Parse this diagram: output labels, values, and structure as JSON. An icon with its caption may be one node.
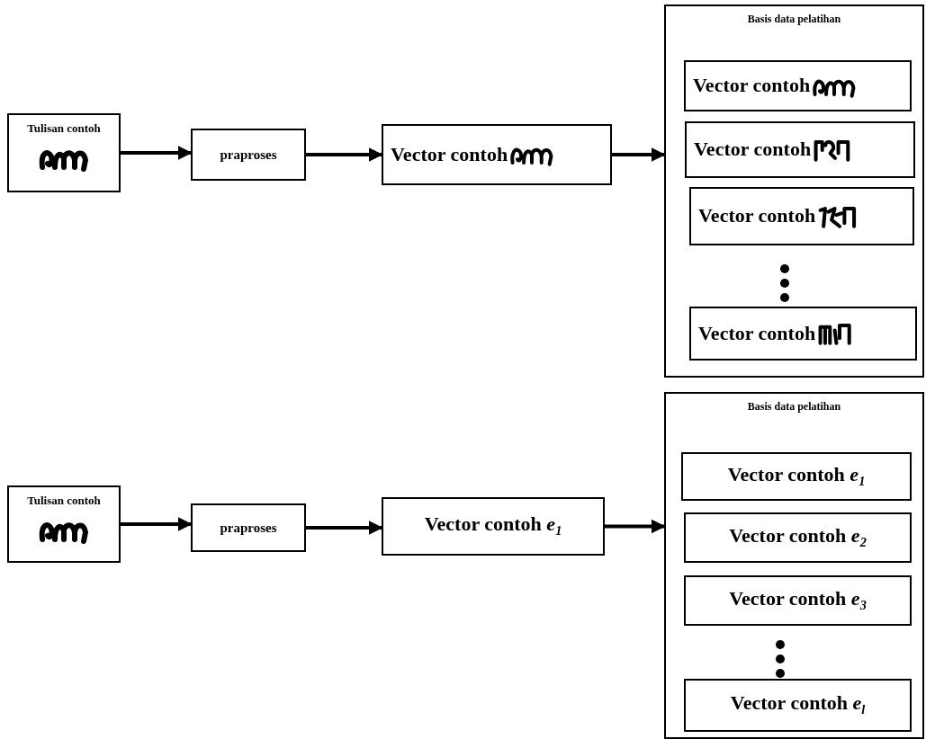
{
  "diagram": {
    "nodes": [
      {
        "text": [
          "Tulisan contoh"
        ]
      },
      {
        "text": [
          "praproses"
        ]
      },
      {
        "text": [
          "Vector contoh"
        ]
      },
      {
        "text": [
          "Basis data pelatihan"
        ]
      },
      {
        "text": [
          "Vector contoh"
        ],
        "in": 3
      },
      {
        "text": [
          "Vector contoh"
        ],
        "in": 3
      },
      {
        "text": [
          "Vector contoh"
        ],
        "in": 3
      },
      {
        "text": [
          "Vector contoh"
        ],
        "in": 3
      },
      {
        "text": [
          "Tulisan contoh"
        ]
      },
      {
        "text": [
          "praproses"
        ]
      },
      {
        "text": [
          "Vector contoh *e*$_{1}$"
        ]
      },
      {
        "text": [
          "Basis data pelatihan"
        ]
      },
      {
        "text": [
          "Vector contoh *e*$_{1}$"
        ],
        "in": 11
      },
      {
        "text": [
          "Vector contoh *e*$_{2}$"
        ],
        "in": 11
      },
      {
        "text": [
          "Vector contoh *e*$_{3}$"
        ],
        "in": 11
      },
      {
        "text": [
          "Vector contoh *e*$_{l}$"
        ],
        "in": 11
      }
    ],
    "edges": [
      {
        "from": 0,
        "to": 1,
        "arrow": "to"
      },
      {
        "from": 1,
        "to": 2,
        "arrow": "to"
      },
      {
        "from": 2,
        "to": 3,
        "arrow": "to"
      },
      {
        "from": 8,
        "to": 9,
        "arrow": "to"
      },
      {
        "from": 9,
        "to": 10,
        "arrow": "to"
      },
      {
        "from": 10,
        "to": 11,
        "arrow": "to"
      }
    ]
  }
}
